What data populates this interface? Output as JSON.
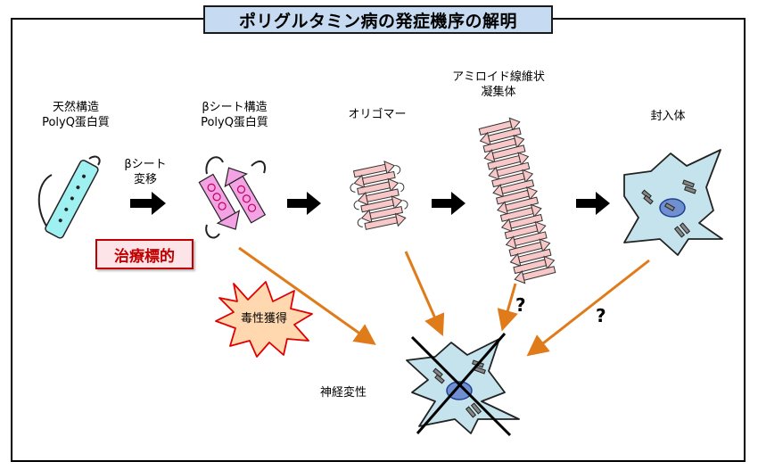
{
  "title": "ポリグルタミン病の発症機序の解明",
  "stages": [
    {
      "line1": "天然構造",
      "line2": "PolyQ蛋白質"
    },
    {
      "line1": "βシート構造",
      "line2": "PolyQ蛋白質"
    },
    {
      "line1": "オリゴマー",
      "line2": ""
    },
    {
      "line1": "アミロイド線維状",
      "line2": "凝集体"
    },
    {
      "line1": "封入体",
      "line2": ""
    }
  ],
  "transition": {
    "line1": "βシート",
    "line2": "変移"
  },
  "therapeutic_target": "治療標的",
  "toxicity_label": "毒性獲得",
  "outcome_label": "神経変性",
  "unknown_marks": [
    "?",
    "?"
  ],
  "colors": {
    "title_bg": "#c6dbf1",
    "target_text": "#c00000",
    "arrow_orange": "#e07b1a",
    "native_protein": "#9ff0f0",
    "beta_sheet": "#f3a3e3",
    "oligomer": "#f8c8c8",
    "cell_fill": "#c5e3ec",
    "nucleus": "#6f8fd0"
  }
}
